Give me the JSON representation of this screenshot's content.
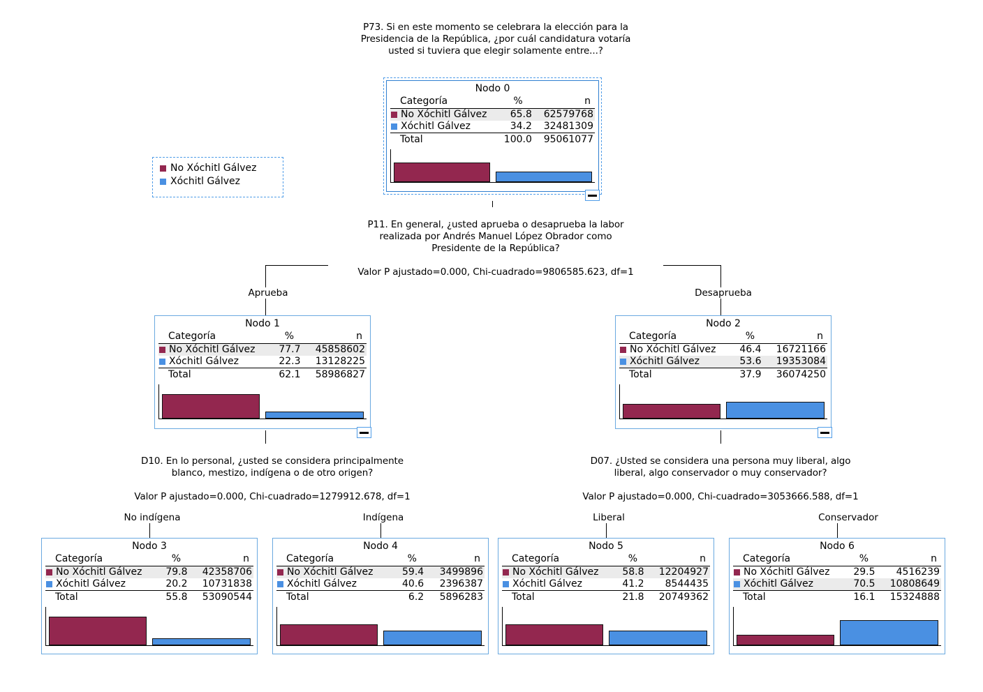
{
  "colors": {
    "cat1": "#93274f",
    "cat2": "#4a90e2",
    "node_border": "#6aa9e0",
    "root_border": "#2f7fd0",
    "dash_border": "#4f9ce8",
    "highlight_row": "#ebebeb"
  },
  "root_question": "P73. Si en este momento se celebrara la elección para la\nPresidencia de la República, ¿por cuál candidatura votaría\nusted si tuviera que elegir solamente entre...?",
  "legend": {
    "items": [
      {
        "label": "No Xóchitl Gálvez",
        "color": "#93274f"
      },
      {
        "label": "Xóchitl Gálvez",
        "color": "#4a90e2"
      }
    ]
  },
  "table_headers": {
    "category": "Categoría",
    "pct": "%",
    "n": "n",
    "total": "Total"
  },
  "splits": {
    "s0": {
      "question": "P11. En general, ¿usted aprueba o desaprueba la labor\nrealizada por Andrés Manuel López Obrador  como\nPresidente de la República?",
      "stats": "Valor P ajustado=0.000, Chi-cuadrado=9806585.623, df=1",
      "branches": [
        "Aprueba",
        "Desaprueba"
      ]
    },
    "s1": {
      "question": "D10. En lo personal, ¿usted se considera principalmente\nblanco, mestizo, indígena o de otro origen?",
      "stats": "Valor P ajustado=0.000, Chi-cuadrado=1279912.678, df=1",
      "branches": [
        "No indígena",
        "Indígena"
      ]
    },
    "s2": {
      "question": "D07. ¿Usted se considera una persona muy liberal, algo\nliberal, algo conservador o muy conservador?",
      "stats": "Valor P ajustado=0.000, Chi-cuadrado=3053666.588, df=1",
      "branches": [
        "Liberal",
        "Conservador"
      ]
    }
  },
  "nodes": [
    {
      "id": "node0",
      "title": "Nodo 0",
      "rows": [
        {
          "label": "No Xóchitl Gálvez",
          "pct": "65.8",
          "n": "62579768",
          "color": "#93274f",
          "value": 65.8,
          "highlight": true
        },
        {
          "label": "Xóchitl Gálvez",
          "pct": "34.2",
          "n": "32481309",
          "color": "#4a90e2",
          "value": 34.2,
          "highlight": false
        }
      ],
      "total": {
        "label": "Total",
        "pct": "100.0",
        "n": "95061077"
      }
    },
    {
      "id": "node1",
      "title": "Nodo 1",
      "rows": [
        {
          "label": "No Xóchitl Gálvez",
          "pct": "77.7",
          "n": "45858602",
          "color": "#93274f",
          "value": 77.7,
          "highlight": true
        },
        {
          "label": "Xóchitl Gálvez",
          "pct": "22.3",
          "n": "13128225",
          "color": "#4a90e2",
          "value": 22.3,
          "highlight": false
        }
      ],
      "total": {
        "label": "Total",
        "pct": "62.1",
        "n": "58986827"
      }
    },
    {
      "id": "node2",
      "title": "Nodo 2",
      "rows": [
        {
          "label": "No Xóchitl Gálvez",
          "pct": "46.4",
          "n": "16721166",
          "color": "#93274f",
          "value": 46.4,
          "highlight": false
        },
        {
          "label": "Xóchitl Gálvez",
          "pct": "53.6",
          "n": "19353084",
          "color": "#4a90e2",
          "value": 53.6,
          "highlight": true
        }
      ],
      "total": {
        "label": "Total",
        "pct": "37.9",
        "n": "36074250"
      }
    },
    {
      "id": "node3",
      "title": "Nodo 3",
      "rows": [
        {
          "label": "No Xóchitl Gálvez",
          "pct": "79.8",
          "n": "42358706",
          "color": "#93274f",
          "value": 79.8,
          "highlight": true
        },
        {
          "label": "Xóchitl Gálvez",
          "pct": "20.2",
          "n": "10731838",
          "color": "#4a90e2",
          "value": 20.2,
          "highlight": false
        }
      ],
      "total": {
        "label": "Total",
        "pct": "55.8",
        "n": "53090544"
      }
    },
    {
      "id": "node4",
      "title": "Nodo 4",
      "rows": [
        {
          "label": "No Xóchitl Gálvez",
          "pct": "59.4",
          "n": "3499896",
          "color": "#93274f",
          "value": 59.4,
          "highlight": true
        },
        {
          "label": "Xóchitl Gálvez",
          "pct": "40.6",
          "n": "2396387",
          "color": "#4a90e2",
          "value": 40.6,
          "highlight": false
        }
      ],
      "total": {
        "label": "Total",
        "pct": "6.2",
        "n": "5896283"
      }
    },
    {
      "id": "node5",
      "title": "Nodo 5",
      "rows": [
        {
          "label": "No Xóchitl Gálvez",
          "pct": "58.8",
          "n": "12204927",
          "color": "#93274f",
          "value": 58.8,
          "highlight": true
        },
        {
          "label": "Xóchitl Gálvez",
          "pct": "41.2",
          "n": "8544435",
          "color": "#4a90e2",
          "value": 41.2,
          "highlight": false
        }
      ],
      "total": {
        "label": "Total",
        "pct": "21.8",
        "n": "20749362"
      }
    },
    {
      "id": "node6",
      "title": "Nodo 6",
      "rows": [
        {
          "label": "No Xóchitl Gálvez",
          "pct": "29.5",
          "n": "4516239",
          "color": "#93274f",
          "value": 29.5,
          "highlight": false
        },
        {
          "label": "Xóchitl Gálvez",
          "pct": "70.5",
          "n": "10808649",
          "color": "#4a90e2",
          "value": 70.5,
          "highlight": true
        }
      ],
      "total": {
        "label": "Total",
        "pct": "16.1",
        "n": "15324888"
      }
    }
  ],
  "chart_data": {
    "type": "bar",
    "title": "P73. Si en este momento se celebrara la elección para la Presidencia de la República, ¿por cuál candidatura votaría usted si tuviera que elegir solamente entre...?",
    "xlabel": "",
    "ylabel": "%",
    "ylim": [
      0,
      100
    ],
    "categories": [
      "No Xóchitl Gálvez",
      "Xóchitl Gálvez"
    ],
    "nodes": [
      {
        "node": "Nodo 0",
        "values": [
          65.8,
          34.2
        ],
        "n": [
          62579768,
          32481309
        ],
        "total_pct": 100.0,
        "total_n": 95061077
      },
      {
        "node": "Nodo 1",
        "values": [
          77.7,
          22.3
        ],
        "n": [
          45858602,
          13128225
        ],
        "total_pct": 62.1,
        "total_n": 58986827
      },
      {
        "node": "Nodo 2",
        "values": [
          46.4,
          53.6
        ],
        "n": [
          16721166,
          19353084
        ],
        "total_pct": 37.9,
        "total_n": 36074250
      },
      {
        "node": "Nodo 3",
        "values": [
          79.8,
          20.2
        ],
        "n": [
          42358706,
          10731838
        ],
        "total_pct": 55.8,
        "total_n": 53090544
      },
      {
        "node": "Nodo 4",
        "values": [
          59.4,
          40.6
        ],
        "n": [
          3499896,
          2396387
        ],
        "total_pct": 6.2,
        "total_n": 5896283
      },
      {
        "node": "Nodo 5",
        "values": [
          58.8,
          41.2
        ],
        "n": [
          12204927,
          8544435
        ],
        "total_pct": 21.8,
        "total_n": 20749362
      },
      {
        "node": "Nodo 6",
        "values": [
          29.5,
          70.5
        ],
        "n": [
          4516239,
          10808649
        ],
        "total_pct": 16.1,
        "total_n": 15324888
      }
    ]
  }
}
